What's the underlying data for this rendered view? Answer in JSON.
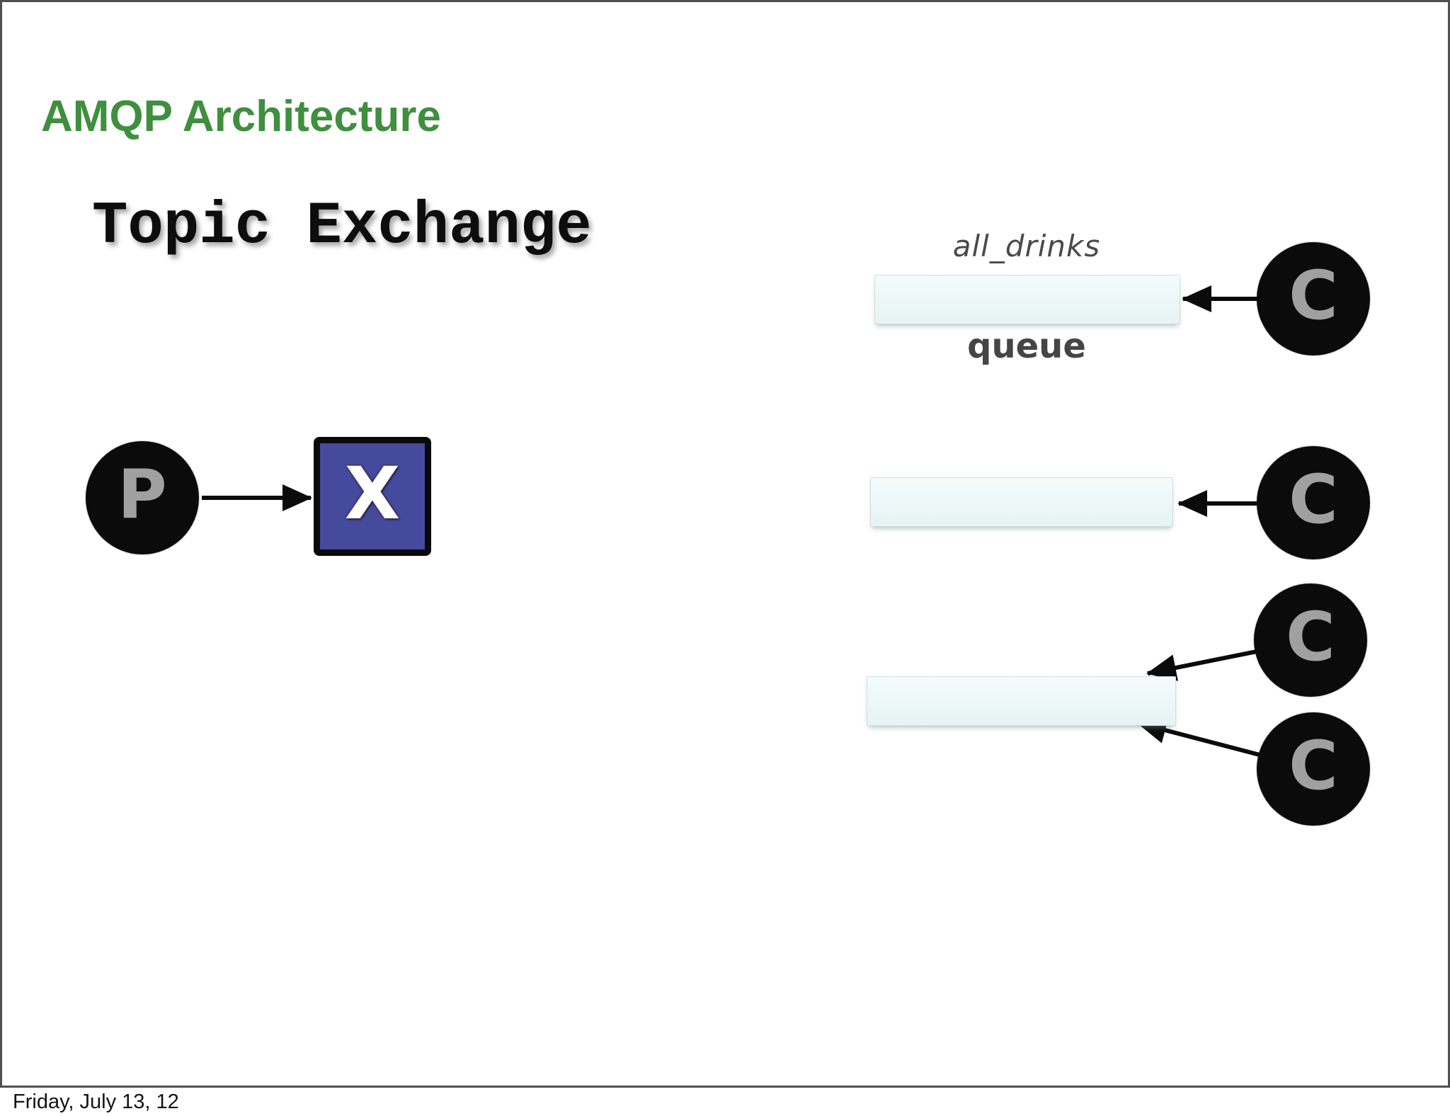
{
  "slide": {
    "title": "AMQP Architecture",
    "heading": "Topic Exchange",
    "footer": "Friday, July 13, 12"
  },
  "diagram": {
    "producer_label": "P",
    "exchange_label": "X",
    "consumer_label": "C",
    "queue_name": "all_drinks",
    "queue_caption": "queue",
    "queue_count": "3",
    "consumer_count": "4"
  },
  "colors": {
    "title_green": "#3f8f3f",
    "exchange_blue": "#454a9c",
    "node_black": "#0b0b0b",
    "node_letter_gray": "#a0a0a0",
    "queue_fill": "#ecf8f8",
    "queue_border": "#cddfe0",
    "label_gray": "#474747",
    "slide_border_gray": "#4f4f4f"
  }
}
